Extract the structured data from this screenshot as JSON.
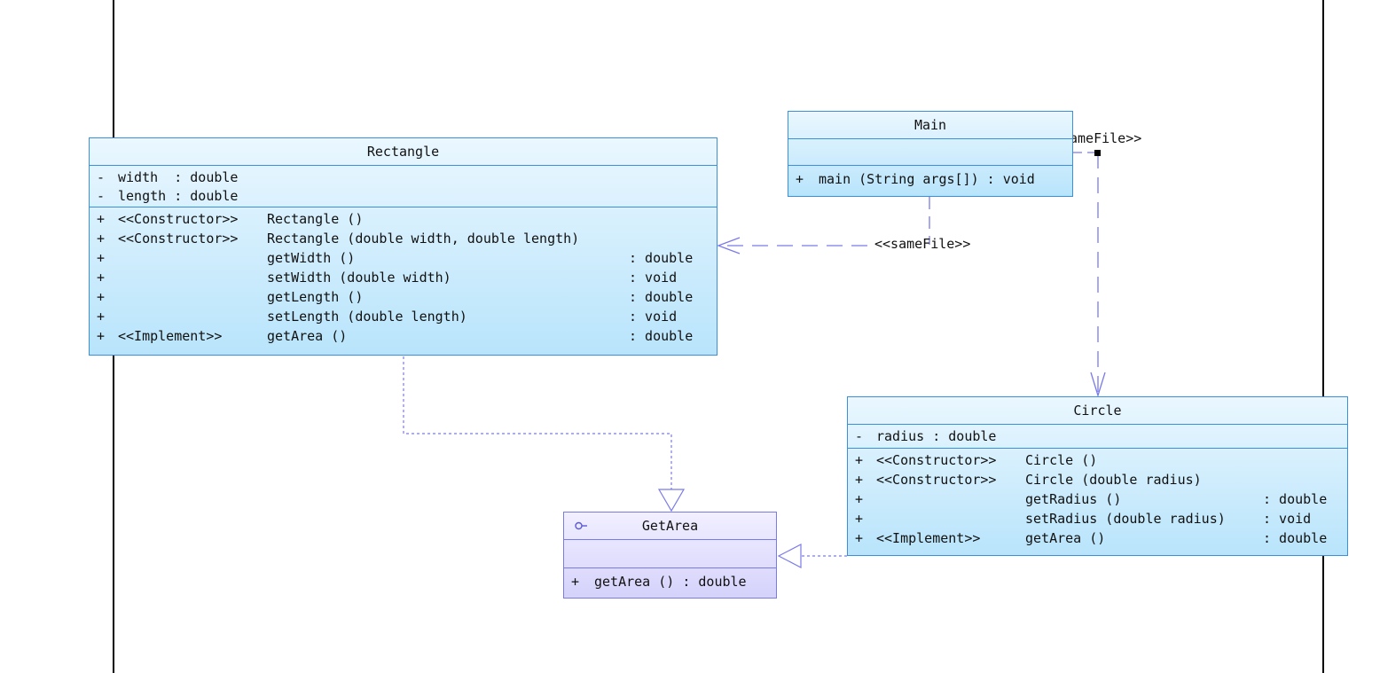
{
  "diagram": {
    "classes": {
      "rectangle": {
        "name": "Rectangle",
        "attributes": [
          {
            "vis": "-",
            "text": "width  : double"
          },
          {
            "vis": "-",
            "text": "length : double"
          }
        ],
        "operations": [
          {
            "vis": "+",
            "stereo": "<<Constructor>>",
            "sig": "Rectangle ()",
            "type": ""
          },
          {
            "vis": "+",
            "stereo": "<<Constructor>>",
            "sig": "Rectangle (double width, double length)",
            "type": ""
          },
          {
            "vis": "+",
            "stereo": "",
            "sig": "getWidth ()",
            "type": ": double"
          },
          {
            "vis": "+",
            "stereo": "",
            "sig": "setWidth (double width)",
            "type": ": void"
          },
          {
            "vis": "+",
            "stereo": "",
            "sig": "getLength ()",
            "type": ": double"
          },
          {
            "vis": "+",
            "stereo": "",
            "sig": "setLength (double length)",
            "type": ": void"
          },
          {
            "vis": "+",
            "stereo": "<<Implement>>",
            "sig": "getArea ()",
            "type": ": double"
          }
        ]
      },
      "main": {
        "name": "Main",
        "operations": [
          {
            "vis": "+",
            "text": "main (String args[]) : void"
          }
        ]
      },
      "circle": {
        "name": "Circle",
        "attributes": [
          {
            "vis": "-",
            "text": "radius : double"
          }
        ],
        "operations": [
          {
            "vis": "+",
            "stereo": "<<Constructor>>",
            "sig": "Circle ()",
            "type": ""
          },
          {
            "vis": "+",
            "stereo": "<<Constructor>>",
            "sig": "Circle (double radius)",
            "type": ""
          },
          {
            "vis": "+",
            "stereo": "",
            "sig": "getRadius ()",
            "type": ": double"
          },
          {
            "vis": "+",
            "stereo": "",
            "sig": "setRadius (double radius)",
            "type": ": void"
          },
          {
            "vis": "+",
            "stereo": "<<Implement>>",
            "sig": "getArea ()",
            "type": ": double"
          }
        ]
      },
      "getarea": {
        "name": "GetArea",
        "operations": [
          {
            "vis": "+",
            "text": "getArea () : double"
          }
        ]
      }
    },
    "labels": {
      "main_to_rectangle": "<<sameFile>>",
      "main_to_circle": "ameFile>>"
    },
    "colors": {
      "class_border": "#3a8fdf",
      "interface_border": "#7b7be6",
      "connector": "#7b7be6"
    }
  }
}
